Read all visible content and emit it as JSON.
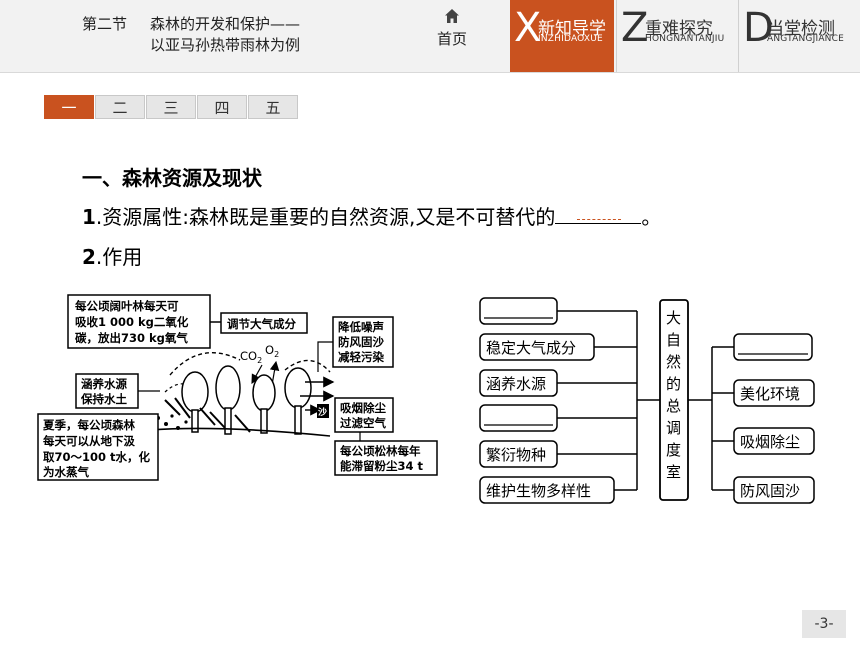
{
  "header": {
    "section": "第二节",
    "title_line1": "森林的开发和保护——",
    "title_line2": "以亚马孙热带雨林为例",
    "home_label": "首页",
    "home_icon": "home-icon",
    "nav": [
      {
        "letter": "X",
        "label": "新知导学",
        "pinyin": "INZHIDAOXUE",
        "active": true
      },
      {
        "letter": "Z",
        "label": "重难探究",
        "pinyin": "HONGNANTANJIU",
        "active": false
      },
      {
        "letter": "D",
        "label": "当堂检测",
        "pinyin": "ANGTANGJIANCE",
        "active": false
      }
    ],
    "accent_color": "#c9521f"
  },
  "subtabs": [
    "一",
    "二",
    "三",
    "四",
    "五"
  ],
  "content": {
    "heading": "一、森林资源及现状",
    "p1_num": "1",
    "p1_text": ".资源属性:森林既是重要的自然资源,又是不可替代的",
    "p1_end": "。",
    "p2_num": "2",
    "p2_text": ".作用"
  },
  "left_diagram": {
    "box_top": [
      "每公顷阔叶林每天可",
      "吸收1 000 kg二氧化",
      "碳，放出730 kg氧气"
    ],
    "box_regulate": "调节大气成分",
    "co2": "CO",
    "co2_sub": "2",
    "o2": "O",
    "o2_sub": "2",
    "box_noise": [
      "降低噪声",
      "防风固沙",
      "减轻污染"
    ],
    "box_water": [
      "涵养水源",
      "保持水土"
    ],
    "box_summer": [
      "夏季，每公顷森林",
      "每天可以从地下汲",
      "取70～100 t水，化",
      "为水蒸气"
    ],
    "box_dust": [
      "吸烟除尘",
      "过滤空气"
    ],
    "box_pine": [
      "每公顷松林每年",
      "能滞留粉尘34 t"
    ],
    "sand_label": "沙"
  },
  "right_diagram": {
    "center": [
      "大",
      "自",
      "然",
      "的",
      "总",
      "调",
      "度",
      "室"
    ],
    "left_items": [
      "",
      "稳定大气成分",
      "涵养水源",
      "",
      "繁衍物种",
      "维护生物多样性"
    ],
    "right_items": [
      "",
      "美化环境",
      "吸烟除尘",
      "防风固沙"
    ]
  },
  "page_number": "-3-"
}
